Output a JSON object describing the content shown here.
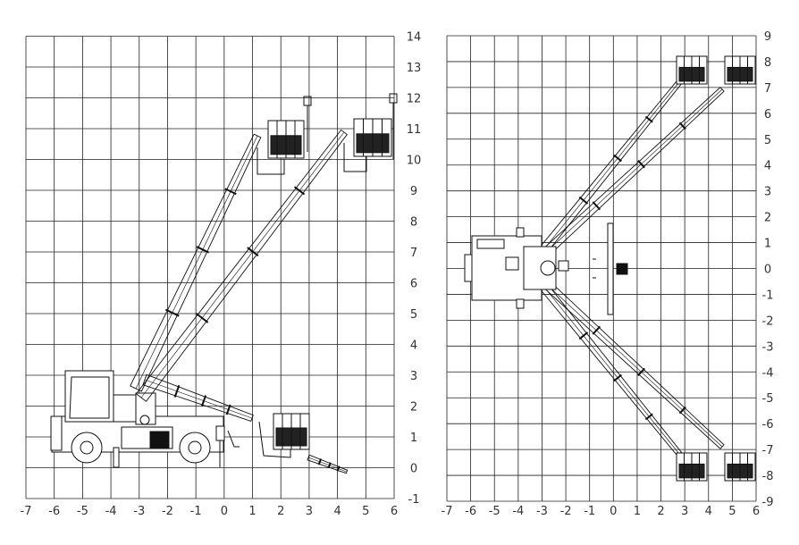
{
  "title": "Aerial work platform working range diagram",
  "side_view": {
    "x_ticks": [
      "-7",
      "-6",
      "-5",
      "-4",
      "-3",
      "-2",
      "-1",
      "0",
      "1",
      "2",
      "3",
      "4",
      "5",
      "6"
    ],
    "y_ticks": [
      "14",
      "13",
      "12",
      "11",
      "10",
      "9",
      "8",
      "7",
      "6",
      "5",
      "4",
      "3",
      "2",
      "1",
      "0",
      "-1"
    ],
    "x_range": [
      -7,
      6
    ],
    "y_range": [
      -1,
      14
    ]
  },
  "top_view": {
    "x_ticks": [
      "-7",
      "-6",
      "-5",
      "-4",
      "-3",
      "-2",
      "-1",
      "0",
      "1",
      "2",
      "3",
      "4",
      "5",
      "6"
    ],
    "y_ticks": [
      "9",
      "8",
      "7",
      "6",
      "5",
      "4",
      "3",
      "2",
      "1",
      "0",
      "-1",
      "-2",
      "-3",
      "-4",
      "-5",
      "-6",
      "-7",
      "-8",
      "-9"
    ],
    "x_range": [
      -7,
      6
    ],
    "y_range": [
      -9,
      9
    ]
  },
  "colors": {
    "grid": "#222222",
    "line": "#111111",
    "label": "#333333"
  }
}
